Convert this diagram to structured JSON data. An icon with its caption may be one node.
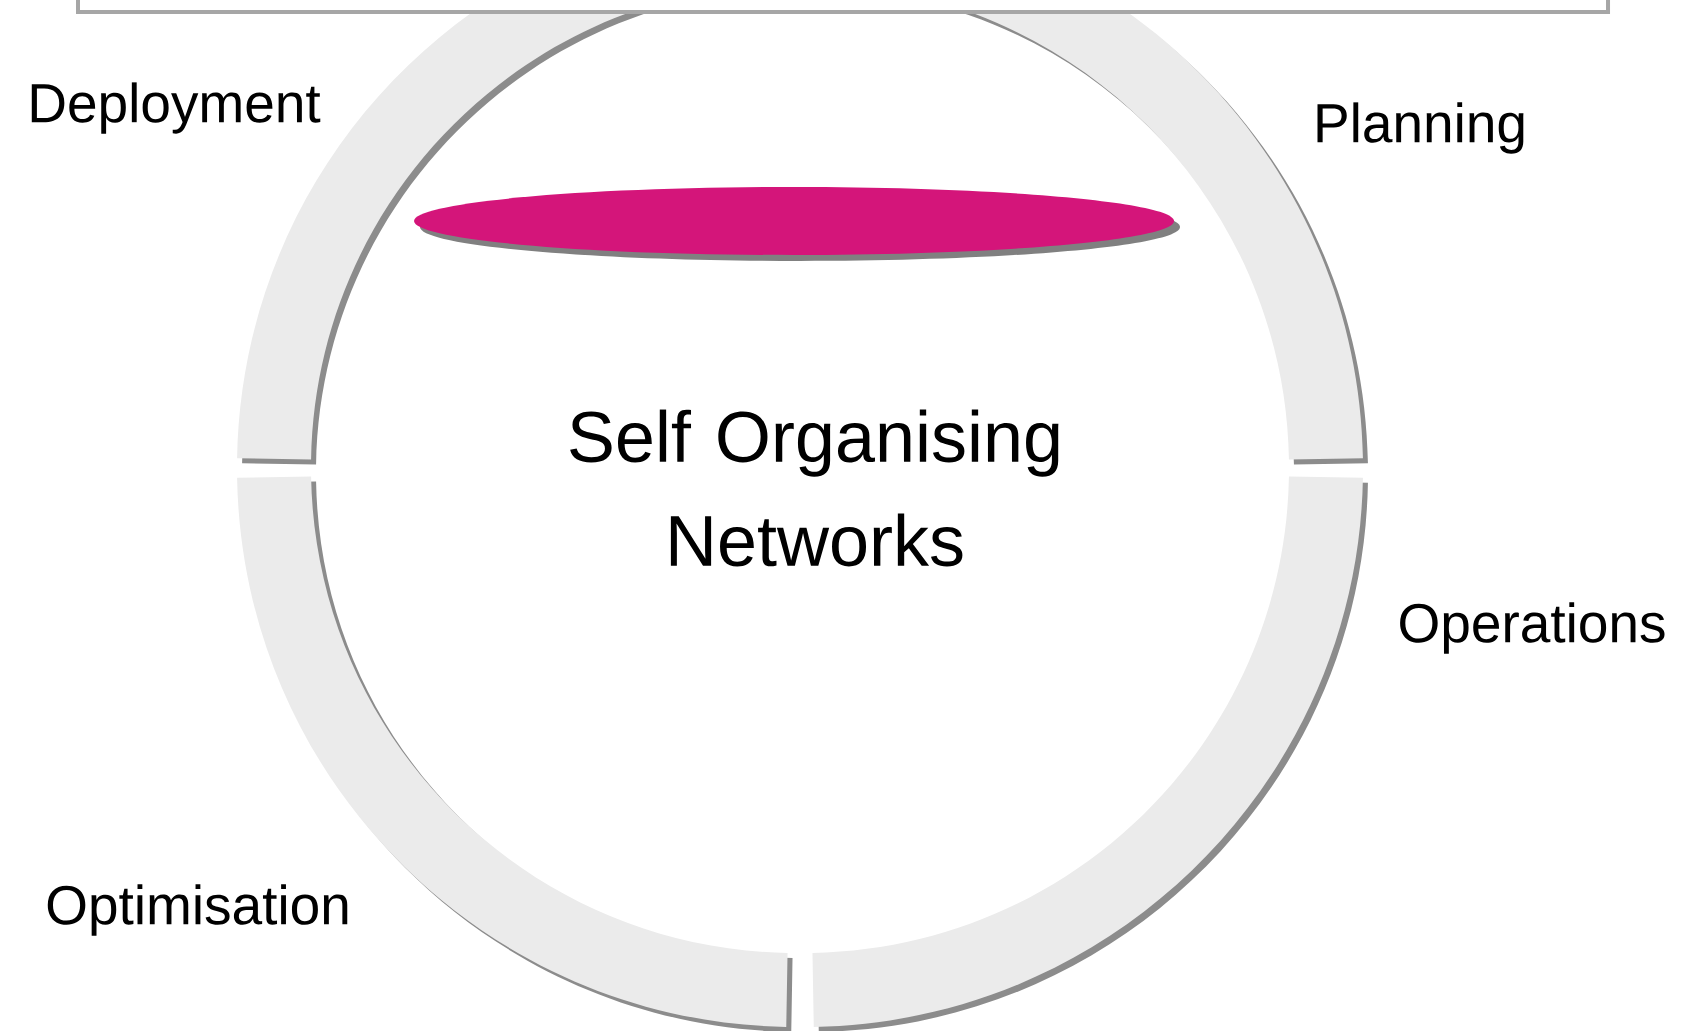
{
  "diagram": {
    "labels": [
      "Deployment",
      "Planning",
      "Self Organising Networks",
      "Operations",
      "Optimisation"
    ]
  }
}
